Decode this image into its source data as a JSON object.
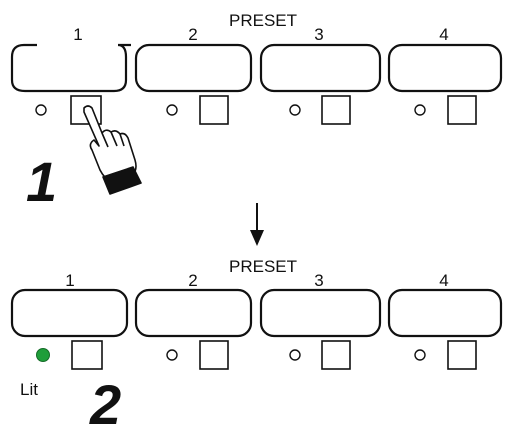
{
  "panel_top": {
    "title": "PRESET",
    "buttons": [
      {
        "number": "1",
        "led": "off"
      },
      {
        "number": "2",
        "led": "off"
      },
      {
        "number": "3",
        "led": "off"
      },
      {
        "number": "4",
        "led": "off"
      }
    ]
  },
  "panel_bottom": {
    "title": "PRESET",
    "buttons": [
      {
        "number": "1",
        "led": "lit"
      },
      {
        "number": "2",
        "led": "off"
      },
      {
        "number": "3",
        "led": "off"
      },
      {
        "number": "4",
        "led": "off"
      }
    ],
    "lit_label": "Lit"
  },
  "steps": {
    "first": "1",
    "second": "2"
  },
  "colors": {
    "led_lit": "#1f9e3a",
    "line": "#111111"
  },
  "icons": {
    "hand": "pointing-hand-icon",
    "arrow": "arrow-down-icon"
  }
}
